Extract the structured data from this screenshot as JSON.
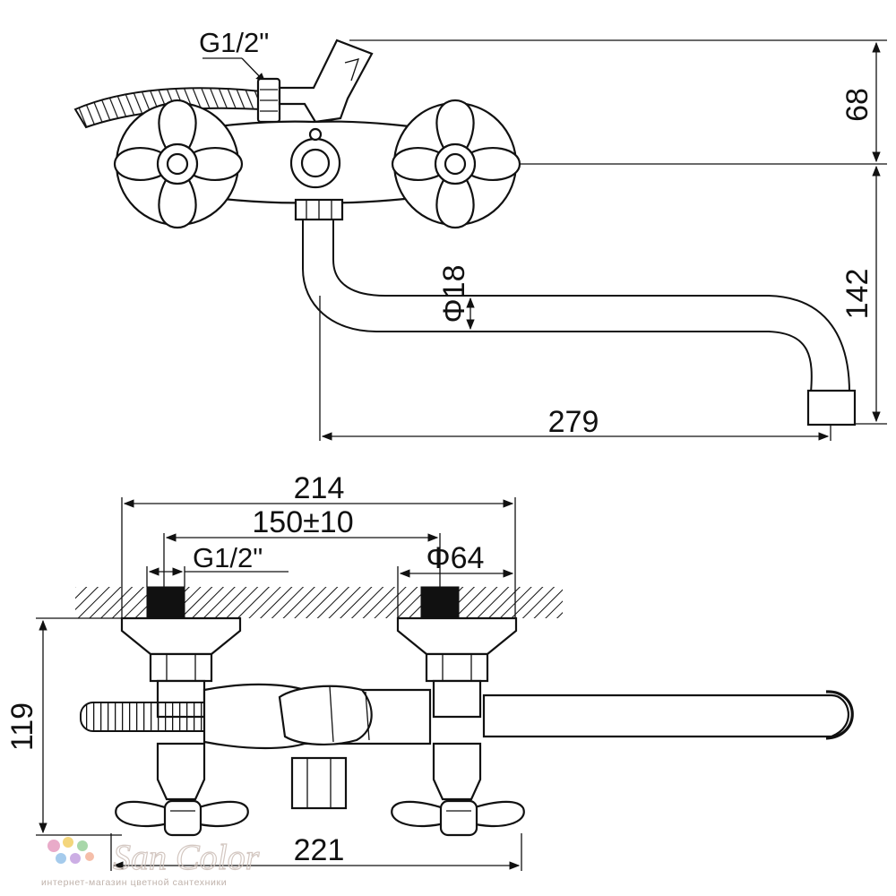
{
  "dimensions": {
    "thread_top": "G1/2\"",
    "height_68": "68",
    "height_142": "142",
    "spout_diameter": "Φ18",
    "spout_reach": "279",
    "width_214": "214",
    "centers": "150±10",
    "thread_bottom": "G1/2\"",
    "flange_diameter": "Φ64",
    "depth_119": "119",
    "width_221": "221"
  },
  "watermark": {
    "brand": "San Color",
    "tagline": "интернет-магазин цветной сантехники",
    "dot_colors": [
      "#e7a2c4",
      "#f3d26e",
      "#9fd3a0",
      "#9cc6ea",
      "#c7a6e2",
      "#f5b7a0"
    ]
  }
}
